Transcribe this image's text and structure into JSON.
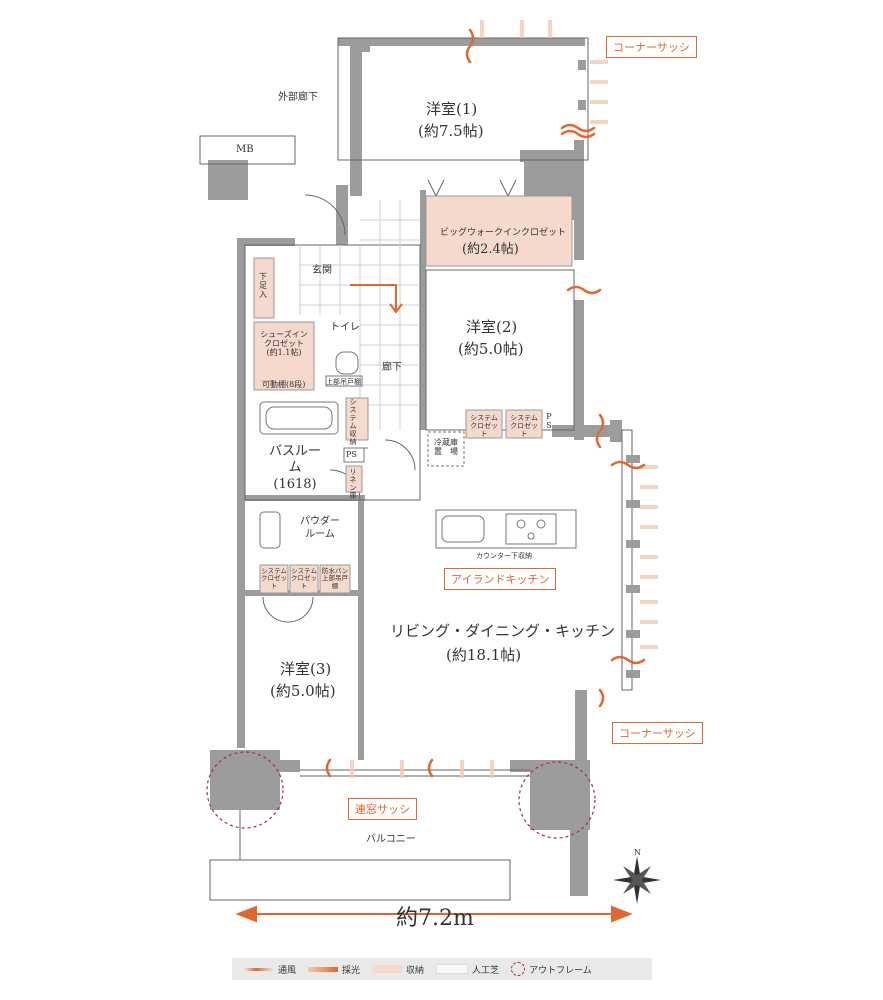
{
  "colors": {
    "accent": "#e0672f",
    "wall": "#9c9c9c",
    "storage": "#f4d9cc",
    "outframe": "#b5283a"
  },
  "labels": {
    "corner_sash_top": "コーナーサッシ",
    "corner_sash_right": "コーナーサッシ",
    "outer_corridor": "外部廊下",
    "mb": "MB",
    "room1_name": "洋室(1)",
    "room1_size": "(約7.5帖)",
    "walkin_name": "ビッグウォークインクロゼット",
    "walkin_size": "(約2.4帖)",
    "entrance": "玄関",
    "shoe_box": "下足入",
    "shoes_closet": "シューズイン\nクロゼット\n(約1.1帖)",
    "movable_shelf": "可動棚(8段)",
    "toilet": "トイレ",
    "upper_cabinet": "上部吊戸棚",
    "hallway": "廊下",
    "room2_name": "洋室(2)",
    "room2_size": "(約5.0帖)",
    "sys_closet_1": "システム\nクロゼット",
    "sys_closet_2": "システム\nクロゼット",
    "ps_right": "P\nS",
    "sys_storage": "システム収納",
    "fridge": "冷蔵庫\n置　場",
    "bathroom": "バスルーム\n(1618)",
    "ps": "PS",
    "linen": "リネン庫",
    "powder": "パウダー\nルーム",
    "sys_closet_3": "システム\nクロゼット",
    "sys_closet_4": "システム\nクロゼット",
    "waterproof_pan": "防水パン\n上部吊戸棚",
    "counter_storage": "カウンター下収納",
    "island_kitchen": "アイランドキッチン",
    "ldk_name": "リビング・ダイニング・キッチン",
    "ldk_size": "(約18.1帖)",
    "room3_name": "洋室(3)",
    "room3_size": "(約5.0帖)",
    "renso_sash": "連窓サッシ",
    "balcony": "バルコニー",
    "width": "約7.2m",
    "north": "N"
  },
  "legend": {
    "wind": "通風",
    "light": "採光",
    "storage": "収納",
    "turf": "人工芝",
    "outframe": "アウトフレーム"
  }
}
